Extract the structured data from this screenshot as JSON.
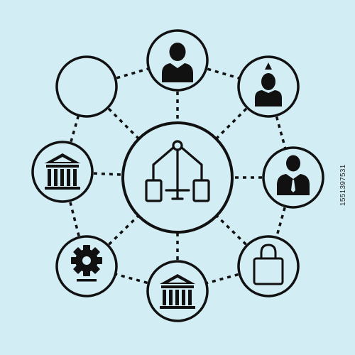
{
  "colors": {
    "background": "#d2edf4",
    "ink": "#111111",
    "node_fill": "#d2edf4"
  },
  "center_node": {
    "icon": "hierarchy-balance-icon"
  },
  "outer_nodes": [
    {
      "id": "node-top",
      "icon": "person-icon"
    },
    {
      "id": "node-top-right",
      "icon": "cone-hat-person-icon"
    },
    {
      "id": "node-right",
      "icon": "businessman-icon"
    },
    {
      "id": "node-bottom-right",
      "icon": "lock-icon"
    },
    {
      "id": "node-bottom",
      "icon": "bank-icon"
    },
    {
      "id": "node-bottom-left",
      "icon": "gear-icon"
    },
    {
      "id": "node-left",
      "icon": "bank-icon"
    },
    {
      "id": "node-top-left",
      "icon": "empty-circle"
    }
  ],
  "stock_id": "1551397531"
}
